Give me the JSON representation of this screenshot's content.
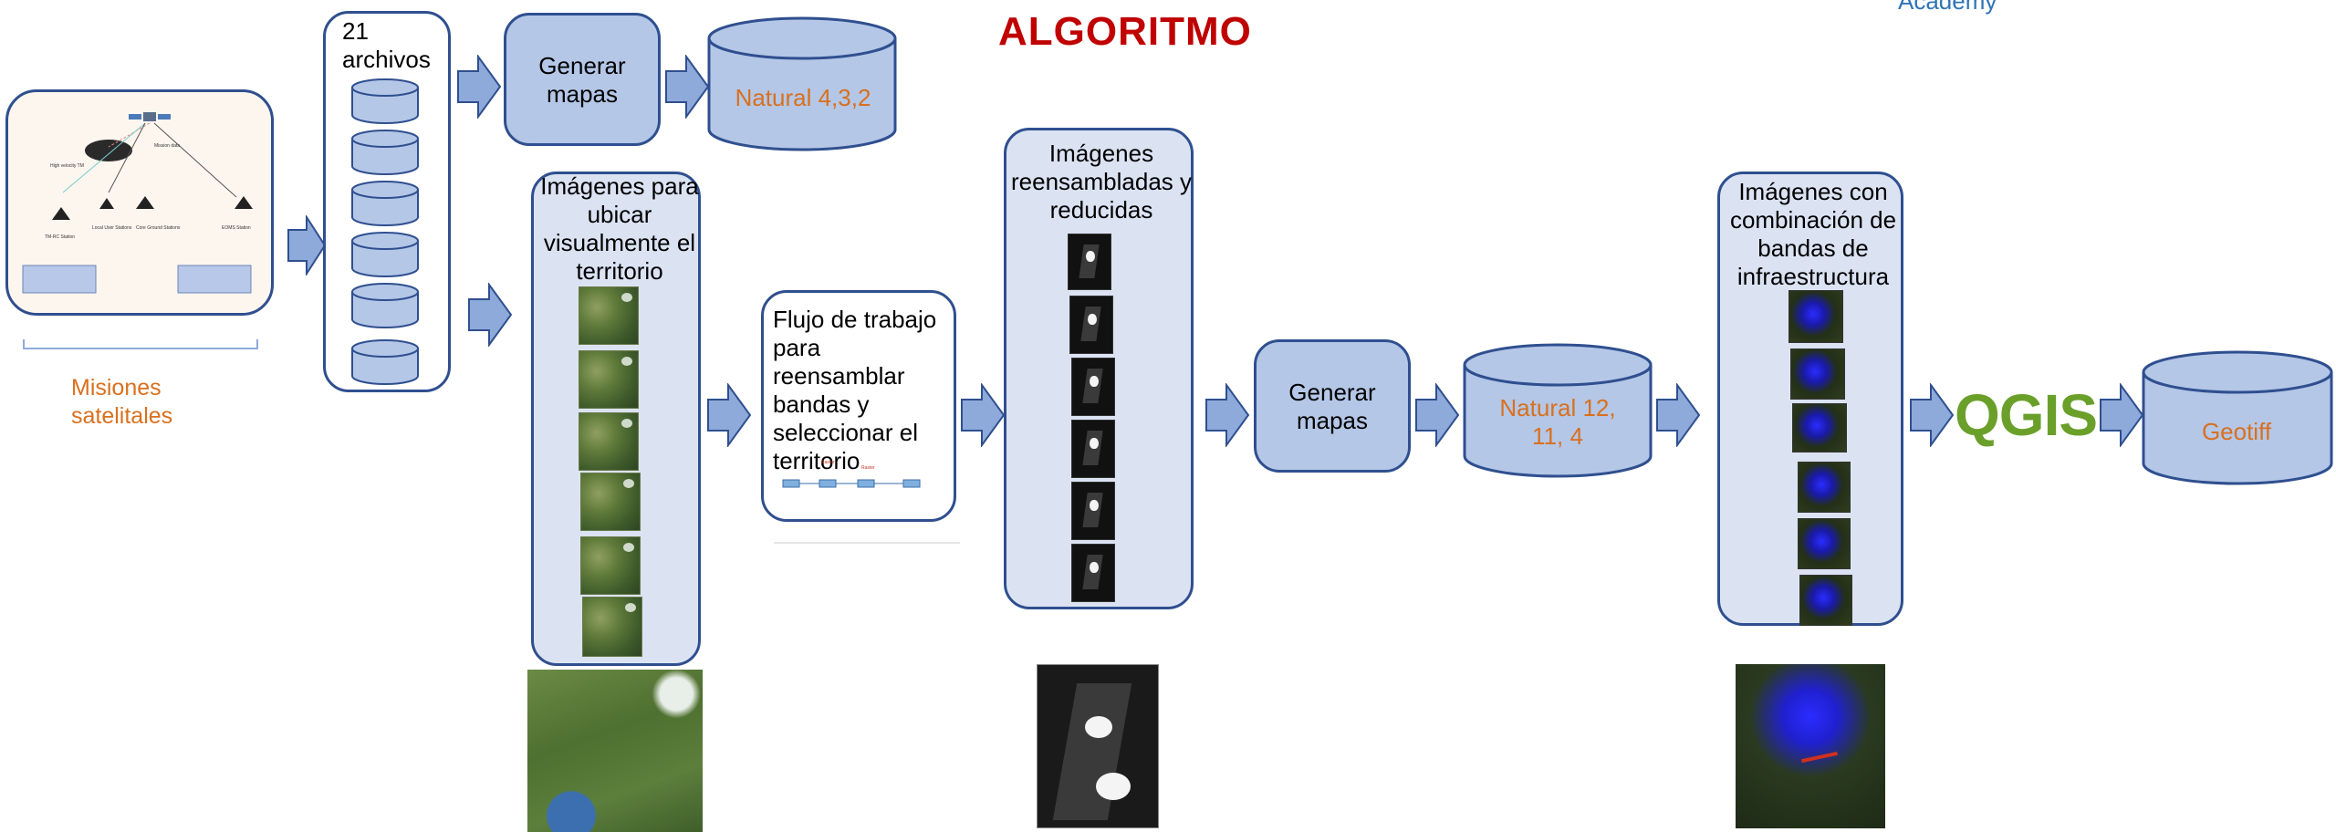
{
  "title": "ALGORITMO",
  "top_right_text": "Academy",
  "satellite_diagram": {
    "caption": "Misiones satelitales"
  },
  "archives": {
    "label": "21 archivos"
  },
  "generate_maps_1": {
    "label": "Generar mapas"
  },
  "natural_432": {
    "label": "Natural 4,3,2"
  },
  "images_locate": {
    "label": "Imágenes para ubicar visualmente el territorio"
  },
  "workflow": {
    "label": "Flujo de trabajo para reensamblar bandas y seleccionar el territorio"
  },
  "reassembled": {
    "label": "Imágenes reensambladas y reducidas"
  },
  "generate_maps_2": {
    "label": "Generar mapas"
  },
  "natural_12114": {
    "label": "Natural 12, 11, 4"
  },
  "infra": {
    "label": "Imágenes con combinación de bandas de infraestructura"
  },
  "qgis": {
    "label": "QGIS"
  },
  "geotiff": {
    "label": "Geotiff"
  },
  "colors": {
    "box_border": "#2f4f8f",
    "box_fill_light": "#dbe3f3",
    "box_fill_dark": "#b4c7e7",
    "arrow_fill": "#8eaadb",
    "title_red": "#c00000",
    "orange_text": "#d9701e",
    "qgis_green": "#6aa02a"
  }
}
